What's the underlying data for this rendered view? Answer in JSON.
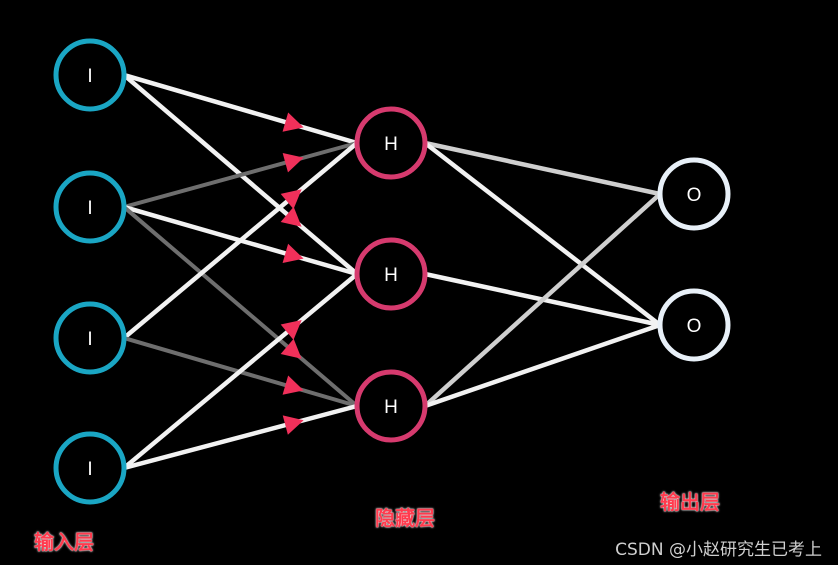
{
  "layers": {
    "input": {
      "label": "输入层",
      "node_text": "I",
      "count": 4,
      "color": "#1aa6c4"
    },
    "hidden": {
      "label": "隐藏层",
      "node_text": "H",
      "count": 3,
      "color": "#d63a6e"
    },
    "output": {
      "label": "输出层",
      "node_text": "O",
      "count": 2,
      "color": "#e8f0f8"
    }
  },
  "watermark": "CSDN @小赵研究生已考上",
  "colors": {
    "background": "#000000",
    "edge_bright": "#f2f2f2",
    "edge_mid": "#cfcfcf",
    "edge_dim": "#6e6e6e",
    "arrow": "#f0305a",
    "label": "#ff3b4e"
  }
}
